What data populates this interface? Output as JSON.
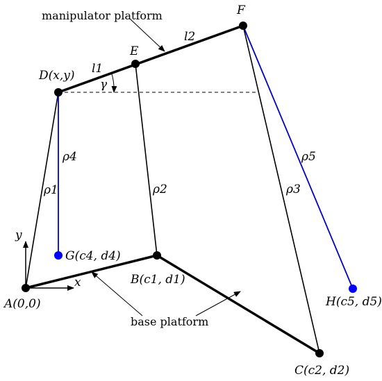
{
  "captions": {
    "manipulator": "manipulator platform",
    "base": "base platform"
  },
  "points": {
    "A": "A(0,0)",
    "B": "B(c1, d1)",
    "C": "C(c2, d2)",
    "D": "D(x,y)",
    "E": "E",
    "F": "F",
    "G": "G(c4, d4)",
    "H": "H(c5, d5)"
  },
  "segments": {
    "l1": "l1",
    "l2": "l2",
    "rho1": "ρ1",
    "rho2": "ρ2",
    "rho3": "ρ3",
    "rho4": "ρ4",
    "rho5": "ρ5"
  },
  "angle": "γ",
  "axes": {
    "x": "x",
    "y": "y"
  },
  "colors": {
    "black": "#000000",
    "blue": "#0000cc",
    "node_blue": "#0000ff"
  }
}
